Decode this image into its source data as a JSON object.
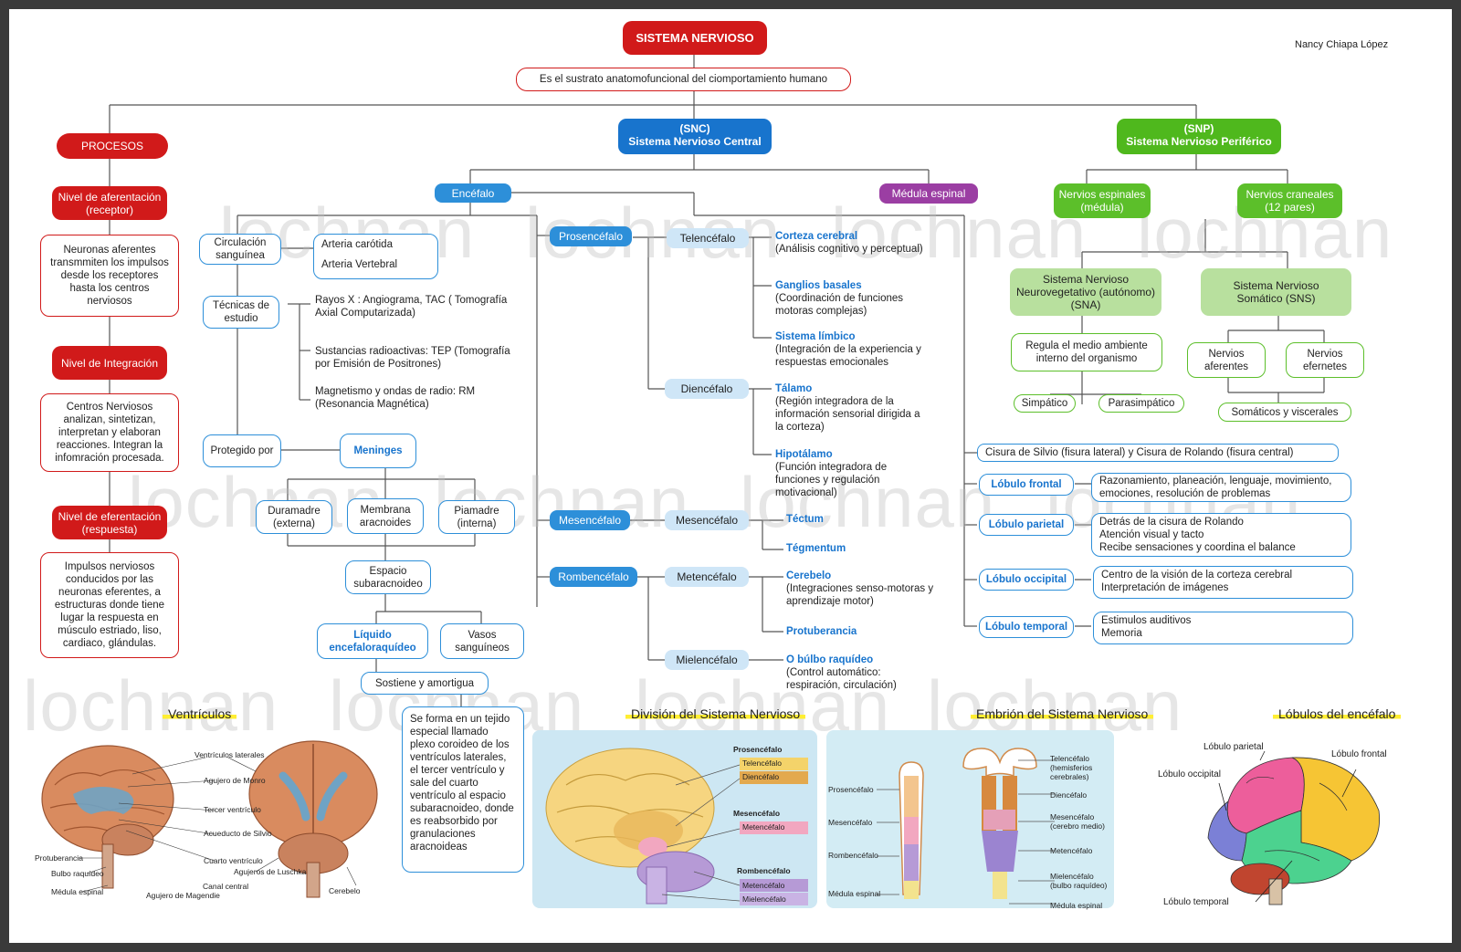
{
  "title": "SISTEMA NERVIOSO",
  "author": "Nancy Chiapa López",
  "subtitle": "Es el sustrato anatomofuncional del ciomportamiento humano",
  "watermark": "lochnan",
  "procesos": {
    "header": "PROCESOS",
    "aferentacion": {
      "title": "Nivel de aferentación (receptor)",
      "text": "Neuronas aferentes transmmiten los impulsos desde  los receptores hasta los centros nerviosos"
    },
    "integracion": {
      "title": "Nivel de Integración",
      "text": "Centros Nerviosos analizan, sintetizan, interpretan y elaboran reacciones. Integran la infomración procesada."
    },
    "eferentacion": {
      "title": "Nivel de eferentación (respuesta)",
      "text": "Impulsos nerviosos conducidos por las neuronas eferentes, a estructuras donde tiene lugar la respuesta en músculo estriado, liso, cardiaco, glándulas."
    }
  },
  "snc": {
    "title": "(SNC)",
    "subtitle": "Sistema Nervioso Central",
    "encefalo": "Encéfalo",
    "medula": "Médula espinal",
    "circulacion": "Circulación sanguínea",
    "arteria_carotida": "Arteria carótida",
    "arteria_vertebral": "Arteria Vertebral",
    "tecnicas": "Técnicas de estudio",
    "tecnica_1": "Rayos X : Angiograma, TAC ( Tomografía Axial Computarizada)",
    "tecnica_2": "Sustancias radioactivas: TEP (Tomografía por Emisión de Positrones)",
    "tecnica_3": "Magnetismo y ondas de radio: RM (Resonancia Magnética)",
    "protegido": "Protegido por",
    "meninges": "Meninges",
    "duramadre": "Duramadre (externa)",
    "aracnoides": "Membrana aracnoides",
    "piamadre": "Piamadre (interna)",
    "espacio": "Espacio subaracnoideo",
    "liquido": "Líquido encefaloraquídeo",
    "vasos": "Vasos sanguíneos",
    "sostiene": "Sostiene y amortigua",
    "plexo": "Se forma en un tejido especial llamado plexo coroideo de los ventrículos laterales, el tercer ventrículo y sale del cuarto ventrículo al espacio subaracnoideo, donde es reabsorbido por granulaciones aracnoideas",
    "prosencefalo": "Prosencéfalo",
    "telencefalo": "Telencéfalo",
    "corteza": "Corteza cerebral",
    "corteza_d": "(Análisis cognitivo y perceptual)",
    "ganglios": "Ganglios basales",
    "ganglios_d": "(Coordinación de funciones motoras complejas)",
    "limbico": "Sistema límbico",
    "limbico_d": "(Integración de la experiencia y respuestas emocionales",
    "diencefalo": "Diencéfalo",
    "talamo": "Tálamo",
    "talamo_d": "(Región integradora de la información sensorial dirigida a la corteza)",
    "hipotalamo": "Hipotálamo",
    "hipotalamo_d": "(Función integradora de funciones y regulación motivacional)",
    "mesencefalo_a": "Mesencéfalo",
    "mesencefalo_b": "Mesencéfalo",
    "tectum": "Téctum",
    "tegmentum": "Tégmentum",
    "rombencefalo": "Rombencéfalo",
    "metencefalo": "Metencéfalo",
    "cerebelo": "Cerebelo",
    "cerebelo_d": "(Integraciones senso-motoras y aprendizaje motor)",
    "protuberancia": "Protuberancia",
    "mielencefalo": "Mielencéfalo",
    "bulbo": "O búlbo raquídeo",
    "bulbo_d": "(Control automático: respiración, circulación)",
    "cisura": "Cisura de Silvio (fisura lateral) y Cisura de Rolando (fisura central)",
    "lobulo_frontal": "Lóbulo frontal",
    "lobulo_frontal_d": "Razonamiento, planeación, lenguaje, movimiento, emociones, resolución de problemas",
    "lobulo_parietal": "Lóbulo parietal",
    "lobulo_parietal_d1": "Detrás de la cisura de Rolando",
    "lobulo_parietal_d2": "Atención visual y tacto",
    "lobulo_parietal_d3": "Recibe sensaciones y coordina el balance",
    "lobulo_occipital": "Lóbulo occipital",
    "lobulo_occipital_d1": "Centro de la visión de la corteza cerebral",
    "lobulo_occipital_d2": "Interpretación de imágenes",
    "lobulo_temporal": "Lóbulo temporal",
    "lobulo_temporal_d1": "Estimulos auditivos",
    "lobulo_temporal_d2": "Memoria"
  },
  "snp": {
    "title": "(SNP)",
    "subtitle": "Sistema Nervioso Periférico",
    "espinales": "Nervios espinales (médula)",
    "craneales": "Nervios craneales (12 pares)",
    "sna": "Sistema Nervioso Neurovegetativo (autónomo) (SNA)",
    "sns": "Sistema Nervioso Somático (SNS)",
    "regula": "Regula el medio ambiente interno del organismo",
    "simpatico": "Simpático",
    "parasimpatico": "Parasimpático",
    "aferentes": "Nervios aferentes",
    "eferentes": "Nervios efernetes",
    "somaticos": "Somáticos y viscerales"
  },
  "images": {
    "ventriculos": {
      "heading": "Ventrículos",
      "labels": [
        "Ventrículos laterales",
        "Agujero de Monro",
        "Tercer ventrículo",
        "Acueducto de Silvio",
        "Cuarto ventrículo",
        "Protuberancia",
        "Bulbo raquídeo",
        "Médula espinal",
        "Agujero de Magendie",
        "Canal central",
        "Agujeros de Luschka",
        "Cerebelo"
      ]
    },
    "division": {
      "heading": "División del  Sistema Nervioso",
      "labels": [
        "Prosencéfalo",
        "Telencéfalo",
        "Diencéfalo",
        "Mesencéfalo",
        "Metencéfalo",
        "Rombencéfalo",
        "Metencéfalo",
        "Mielencéfalo"
      ]
    },
    "embrion": {
      "heading": "Embrión del  Sistema Nervioso",
      "labels": [
        "Prosencéfalo",
        "Mesencéfalo",
        "Rombencéfalo",
        "Médula espinal",
        "Telencéfalo (hemisferios cerebrales)",
        "Diencéfalo",
        "Mesencéfalo (cerebro medio)",
        "Metencéfalo",
        "Mielencéfalo (bulbo raquídeo)",
        "Médula espinal"
      ]
    },
    "lobulos": {
      "heading": "Lóbulos del encéfalo",
      "labels": [
        "Lóbulo parietal",
        "Lóbulo frontal",
        "Lóbulo occipital",
        "Lóbulo temporal"
      ]
    }
  },
  "colors": {
    "red": "#d11a1a",
    "blue": "#1874cd",
    "green": "#4fb81d",
    "purple": "#9b3ea3",
    "highlight": "#ffee33"
  }
}
